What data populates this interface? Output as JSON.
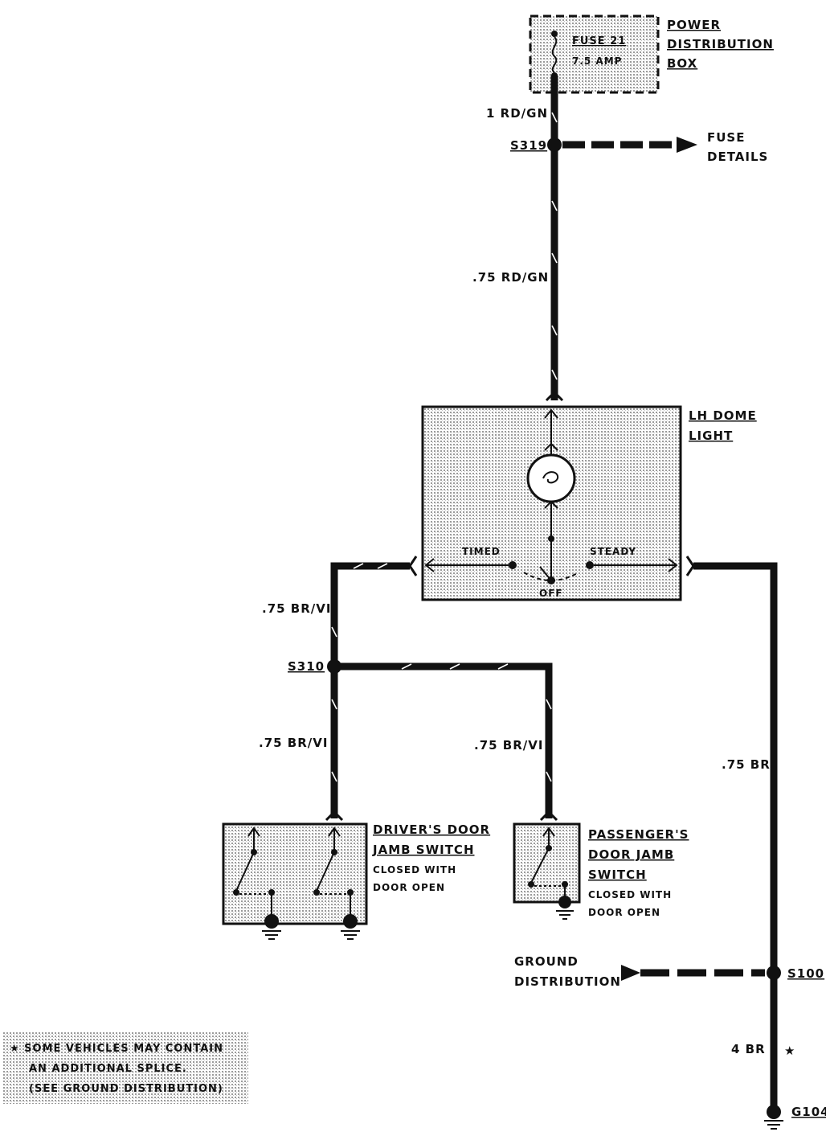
{
  "fuse_box": {
    "title_lines": [
      "POWER",
      "DISTRIBUTION",
      "BOX"
    ],
    "fuse_name": "FUSE 21",
    "fuse_rating": "7.5 AMP"
  },
  "wires": {
    "w1": "1 RD/GN",
    "w2": ".75 RD/GN",
    "w3": ".75 BR/VI",
    "w4": ".75 BR/VI",
    "w5": ".75 BR/VI",
    "w6": ".75 BR",
    "w7": "4 BR"
  },
  "splices": {
    "s319": "S319",
    "s310": "S310",
    "s100": "S100",
    "g104": "G104"
  },
  "fuse_details": [
    "FUSE",
    "DETAILS"
  ],
  "dome_light": {
    "title_lines": [
      "LH DOME",
      "LIGHT"
    ],
    "timed": "TIMED",
    "steady": "STEADY",
    "off": "OFF"
  },
  "drivers_switch": {
    "title_lines": [
      "DRIVER'S DOOR",
      "JAMB SWITCH"
    ],
    "note_lines": [
      "CLOSED WITH",
      "DOOR OPEN"
    ]
  },
  "passengers_switch": {
    "title_lines": [
      "PASSENGER'S",
      "DOOR JAMB",
      "SWITCH"
    ],
    "note_lines": [
      "CLOSED WITH",
      "DOOR OPEN"
    ]
  },
  "ground_distribution": [
    "GROUND",
    "DISTRIBUTION"
  ],
  "star_symbol": "★",
  "footnote_lines": [
    "★ SOME VEHICLES MAY CONTAIN",
    "AN ADDITIONAL SPLICE.",
    "(SEE GROUND DISTRIBUTION)"
  ]
}
